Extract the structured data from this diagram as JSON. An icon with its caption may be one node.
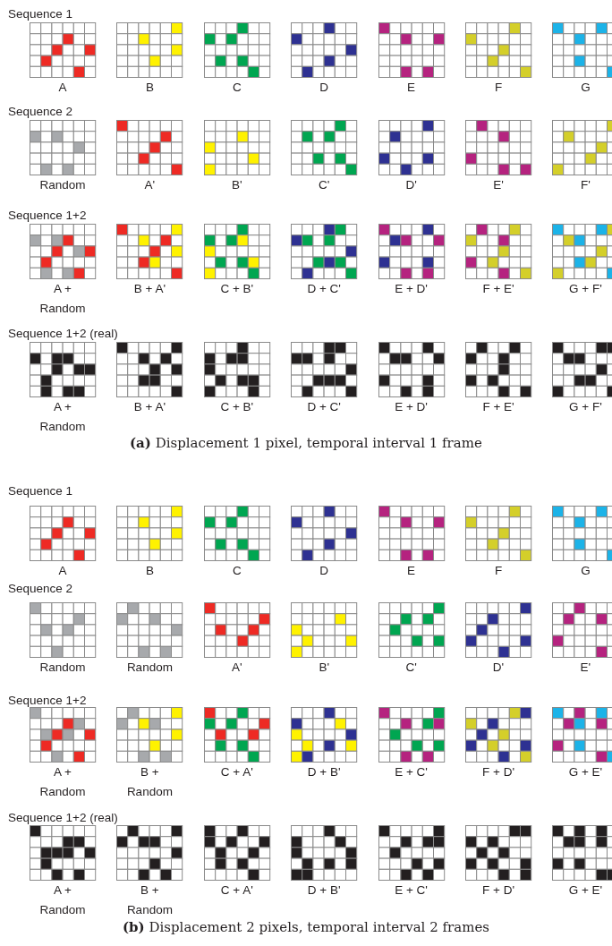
{
  "diagram": {
    "labels": [
      "Sequence 1",
      "A",
      "B",
      "C",
      "D",
      "E",
      "F",
      "G",
      "Sequence 2",
      "Random",
      "A'",
      "B'",
      "C'",
      "D'",
      "E'",
      "F'",
      "Sequence 1+2",
      "A + Random",
      "B + A'",
      "C + B'",
      "D + C'",
      "E + D'",
      "F + E'",
      "G + F'",
      "Sequence 1+2 (real)",
      "A + Random",
      "B + A'",
      "C + B'",
      "D + C'",
      "E + D'",
      "F + E'",
      "G + F'",
      "**(a)** Displacement 1 pixel, temporal interval 1 frame",
      "Sequence 1",
      "A",
      "B",
      "C",
      "D",
      "E",
      "F",
      "G",
      "Sequence 2",
      "Random",
      "Random",
      "A'",
      "B'",
      "C'",
      "D'",
      "E'",
      "Sequence 1+2",
      "A + Random",
      "B + Random",
      "C + A'",
      "D + B'",
      "E + C'",
      "F + D'",
      "G + E'",
      "Sequence 1+2 (real)",
      "A + Random",
      "B + Random",
      "C + A'",
      "D + B'",
      "E + C'",
      "F + D'",
      "G + E'",
      "**(b)** Displacement 2 pixels, temporal interval 2 frames"
    ]
  }
}
